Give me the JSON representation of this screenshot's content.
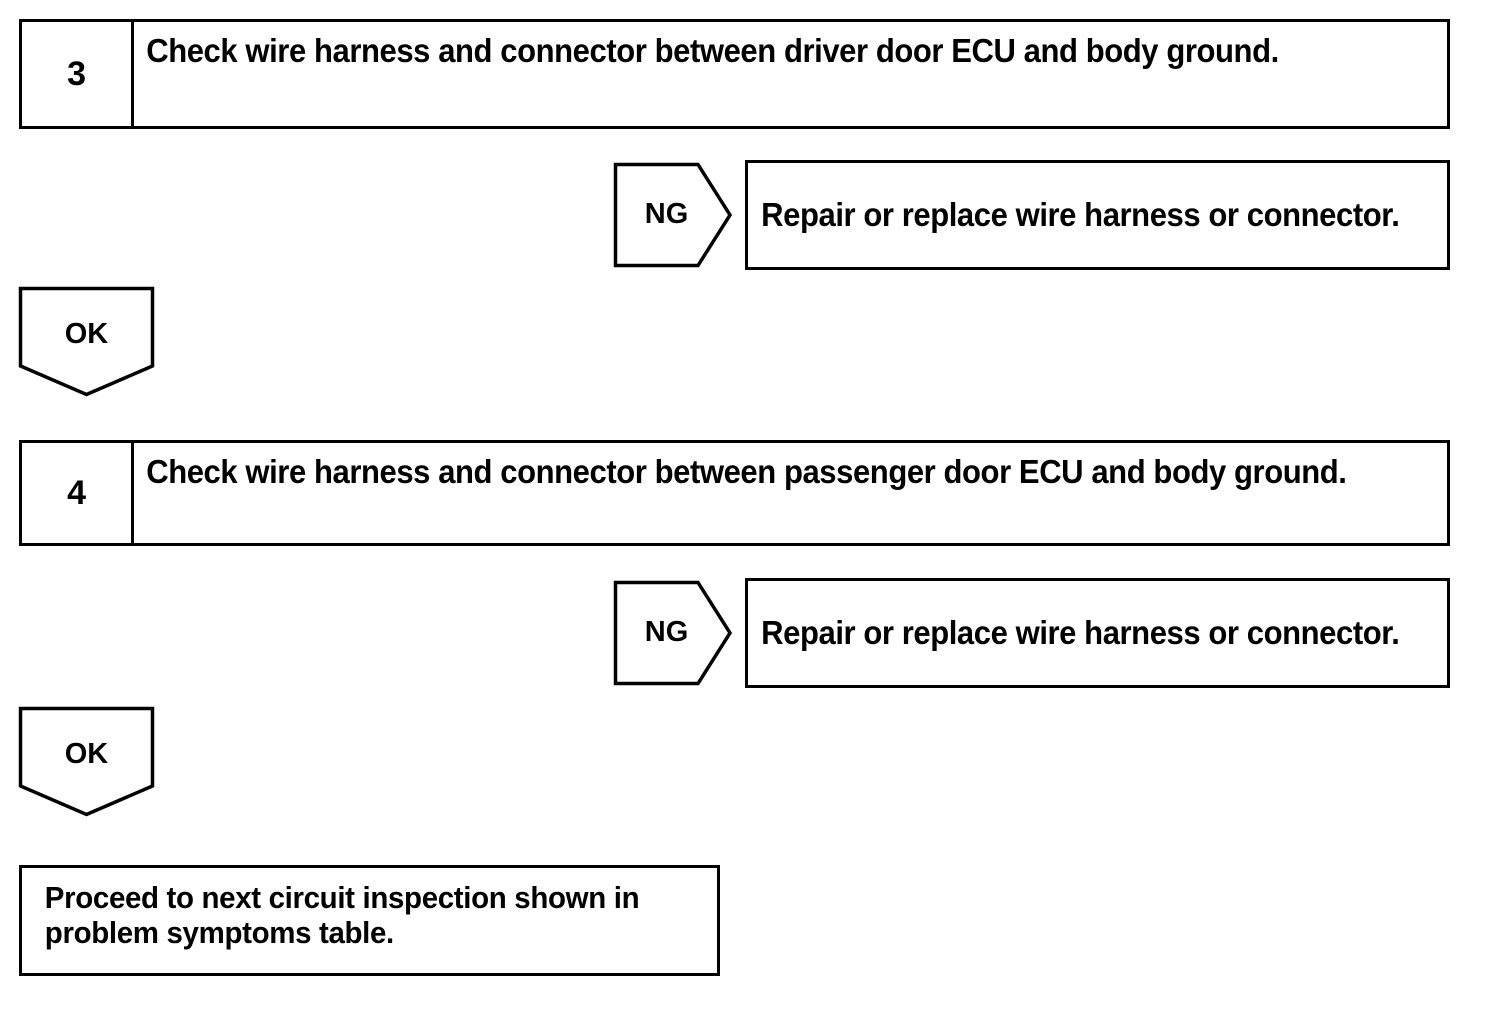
{
  "diagram": {
    "type": "troubleshooting-flowchart",
    "line_color": "#000000",
    "background_color": "#ffffff",
    "steps": [
      {
        "number": "3",
        "instruction": "Check wire harness and connector between driver door ECU and body ground."
      },
      {
        "number": "4",
        "instruction": "Check wire harness and connector between passenger door ECU and body ground."
      }
    ],
    "branches": [
      {
        "label": "NG",
        "action": "Repair or replace wire harness or connector."
      },
      {
        "label": "NG",
        "action": "Repair or replace wire harness or connector."
      }
    ],
    "pass_labels": [
      {
        "label": "OK"
      },
      {
        "label": "OK"
      }
    ],
    "outcome": {
      "line1": "Proceed to next circuit inspection shown in",
      "line2": "problem symptoms table."
    }
  }
}
